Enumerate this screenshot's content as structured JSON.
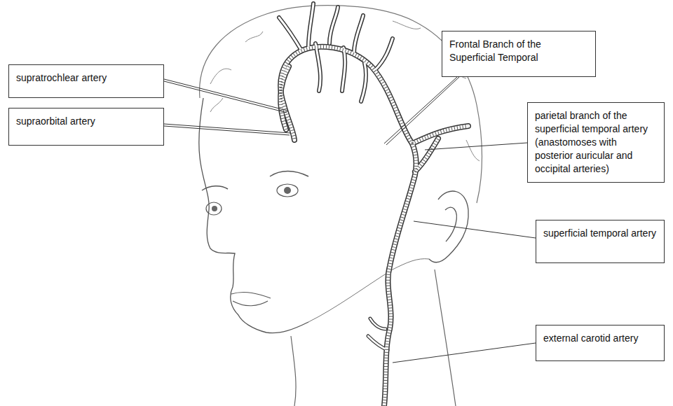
{
  "diagram": {
    "nodes": [
      {
        "text": [
          "supratrochlear artery"
        ]
      },
      {
        "text": [
          "Frontal Branch of the Superficial Temporal"
        ]
      },
      {
        "text": [
          "supraorbital artery"
        ]
      },
      {
        "text": [
          "parietal branch of the superficial temporal artery (anastomoses with posterior auricular and occipital arteries)"
        ]
      },
      {
        "text": [
          "superficial temporal artery"
        ]
      },
      {
        "text": [
          "external carotid artery"
        ]
      }
    ]
  }
}
